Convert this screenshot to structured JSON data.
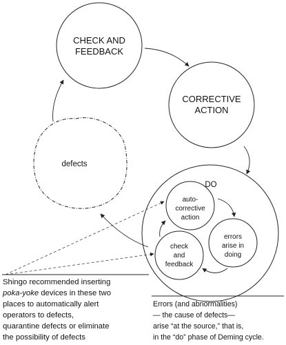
{
  "nodes": {
    "check_feedback": {
      "line1": "CHECK AND",
      "line2": "FEEDBACK"
    },
    "corrective": {
      "line1": "CORRECTIVE",
      "line2": "ACTION"
    },
    "defects": {
      "label": "defects"
    },
    "do": {
      "label": "DO"
    },
    "auto_corrective": {
      "line1": "auto-",
      "line2": "corrective",
      "line3": "action"
    },
    "errors": {
      "line1": "errors",
      "line2": "arise in",
      "line3": "doing"
    },
    "inner_check": {
      "line1": "check",
      "line2": "and",
      "line3": "feedback"
    }
  },
  "notes": {
    "left": {
      "line1": "Shingo recommended inserting",
      "line2_italic": "poka-yoke",
      "line2_rest": " devices in these two",
      "line3": "places to automatically alert",
      "line4": "operators to defects,",
      "line5": "quarantine defects or eliminate",
      "line6": "the possibility of defects"
    },
    "right": {
      "line1": "Errors (and abnormalities)",
      "line2": "— the cause of defects—",
      "line3": "arise “at the source,” that is,",
      "line4": "in the “do” phase of Deming cycle."
    }
  }
}
